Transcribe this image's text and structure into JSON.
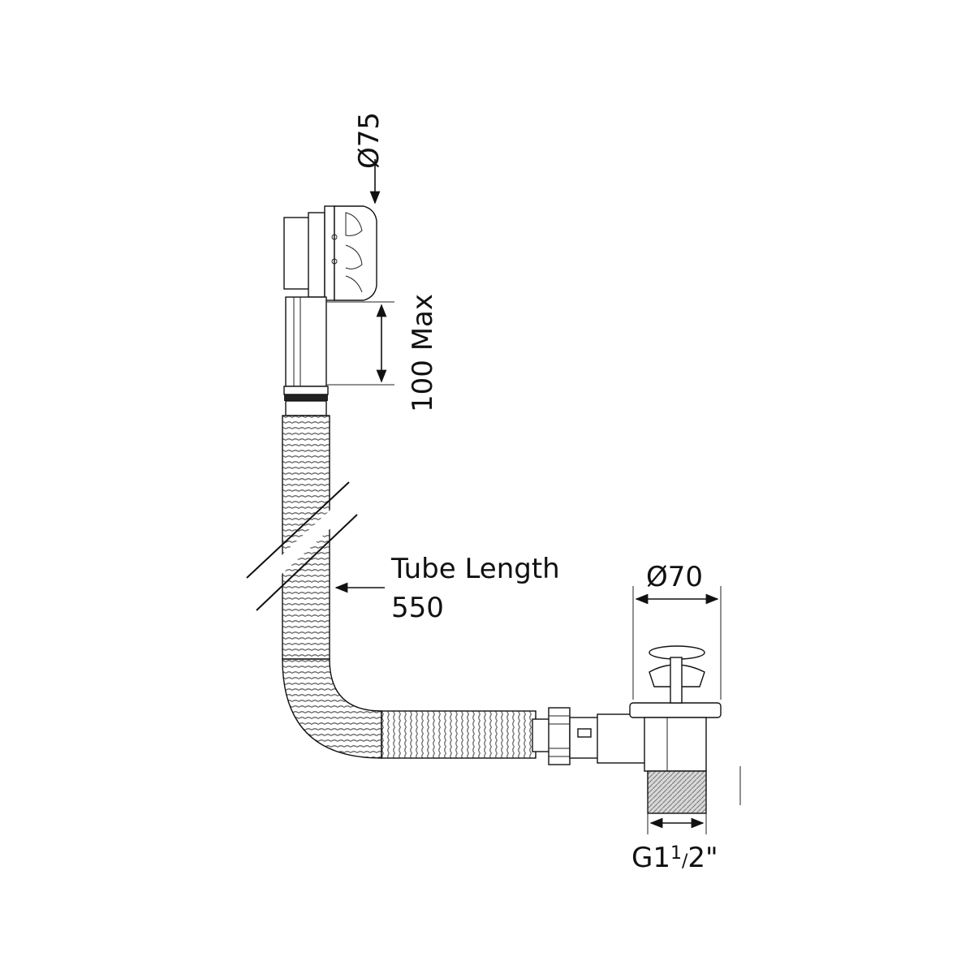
{
  "dimensions": {
    "overflow_diameter": "Ø75",
    "overflow_height": "100 Max",
    "tube_length_label": "Tube Length",
    "tube_length_value": "550",
    "waste_diameter": "Ø70",
    "thread_prefix": "G1",
    "thread_fraction_num": "1",
    "thread_fraction_den": "2\""
  }
}
